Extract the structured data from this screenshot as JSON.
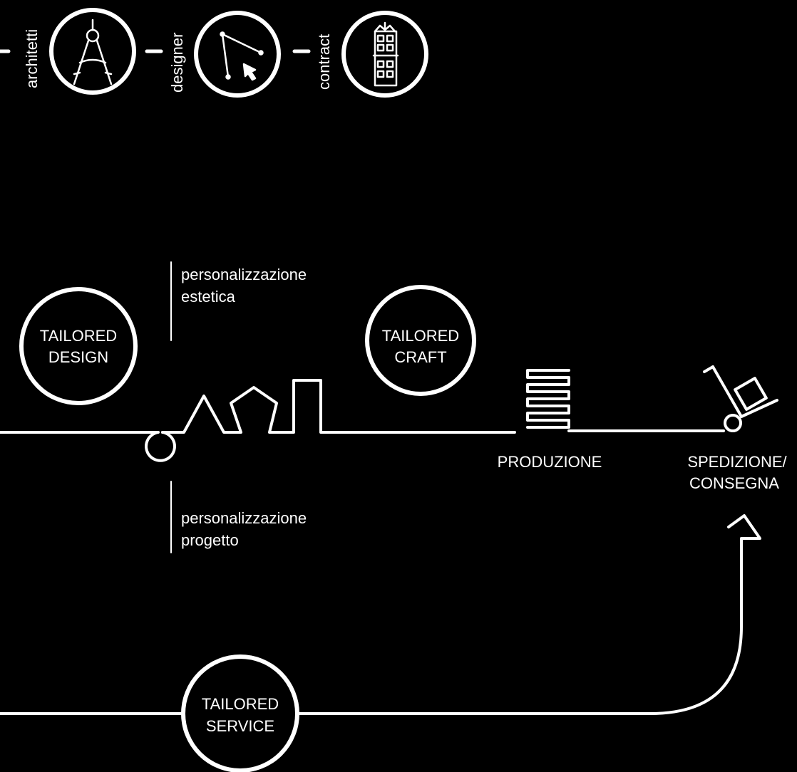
{
  "colors": {
    "background": "#000000",
    "foreground": "#ffffff"
  },
  "top_row": {
    "items": [
      {
        "label": "architetti",
        "icon": "compass-icon"
      },
      {
        "label": "designer",
        "icon": "cursor-line-icon"
      },
      {
        "label": "contract",
        "icon": "building-icon"
      }
    ]
  },
  "circles": {
    "design": {
      "line1": "TAILORED",
      "line2": "DESIGN"
    },
    "craft": {
      "line1": "TAILORED",
      "line2": "CRAFT"
    },
    "service": {
      "line1": "TAILORED",
      "line2": "SERVICE"
    }
  },
  "notes": {
    "aesthetic": {
      "line1": "personalizzazione",
      "line2": "estetica"
    },
    "project": {
      "line1": "personalizzazione",
      "line2": "progetto"
    }
  },
  "stages": {
    "production": {
      "label": "PRODUZIONE",
      "icon": "stack-icon"
    },
    "shipping": {
      "line1": "SPEDIZIONE/",
      "line2": "CONSEGNA",
      "icon": "hand-truck-icon"
    }
  }
}
